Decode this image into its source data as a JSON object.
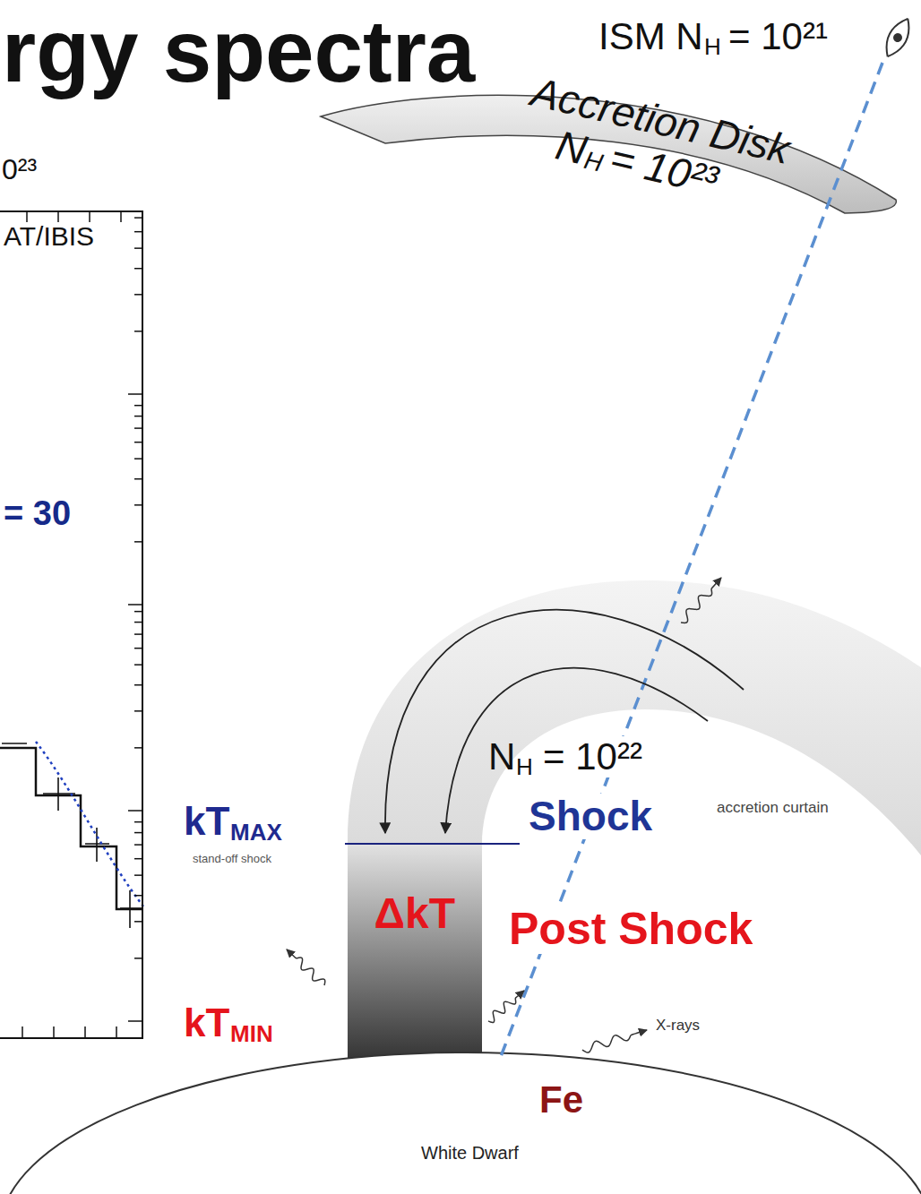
{
  "diagram": {
    "title": "rgy spectra",
    "nodes": [
      {
        "text": [
          "AT/IBIS",
          "= 30"
        ]
      },
      {
        "text": [
          "Accretion Disk",
          "N",
          "H",
          "= 10²³"
        ]
      },
      {
        "text": [
          "ΔkT"
        ]
      },
      {
        "text": [
          "White Dwarf"
        ]
      }
    ],
    "labels": [
      "0²³",
      "ISM N",
      "H",
      "= 10²¹",
      "N",
      "H",
      "= 10²²",
      "kT",
      "MAX",
      "stand-off shock",
      "Shock",
      "Post Shock",
      "kT",
      "MIN",
      "X-rays",
      "Fe",
      "accretion curtain"
    ]
  }
}
